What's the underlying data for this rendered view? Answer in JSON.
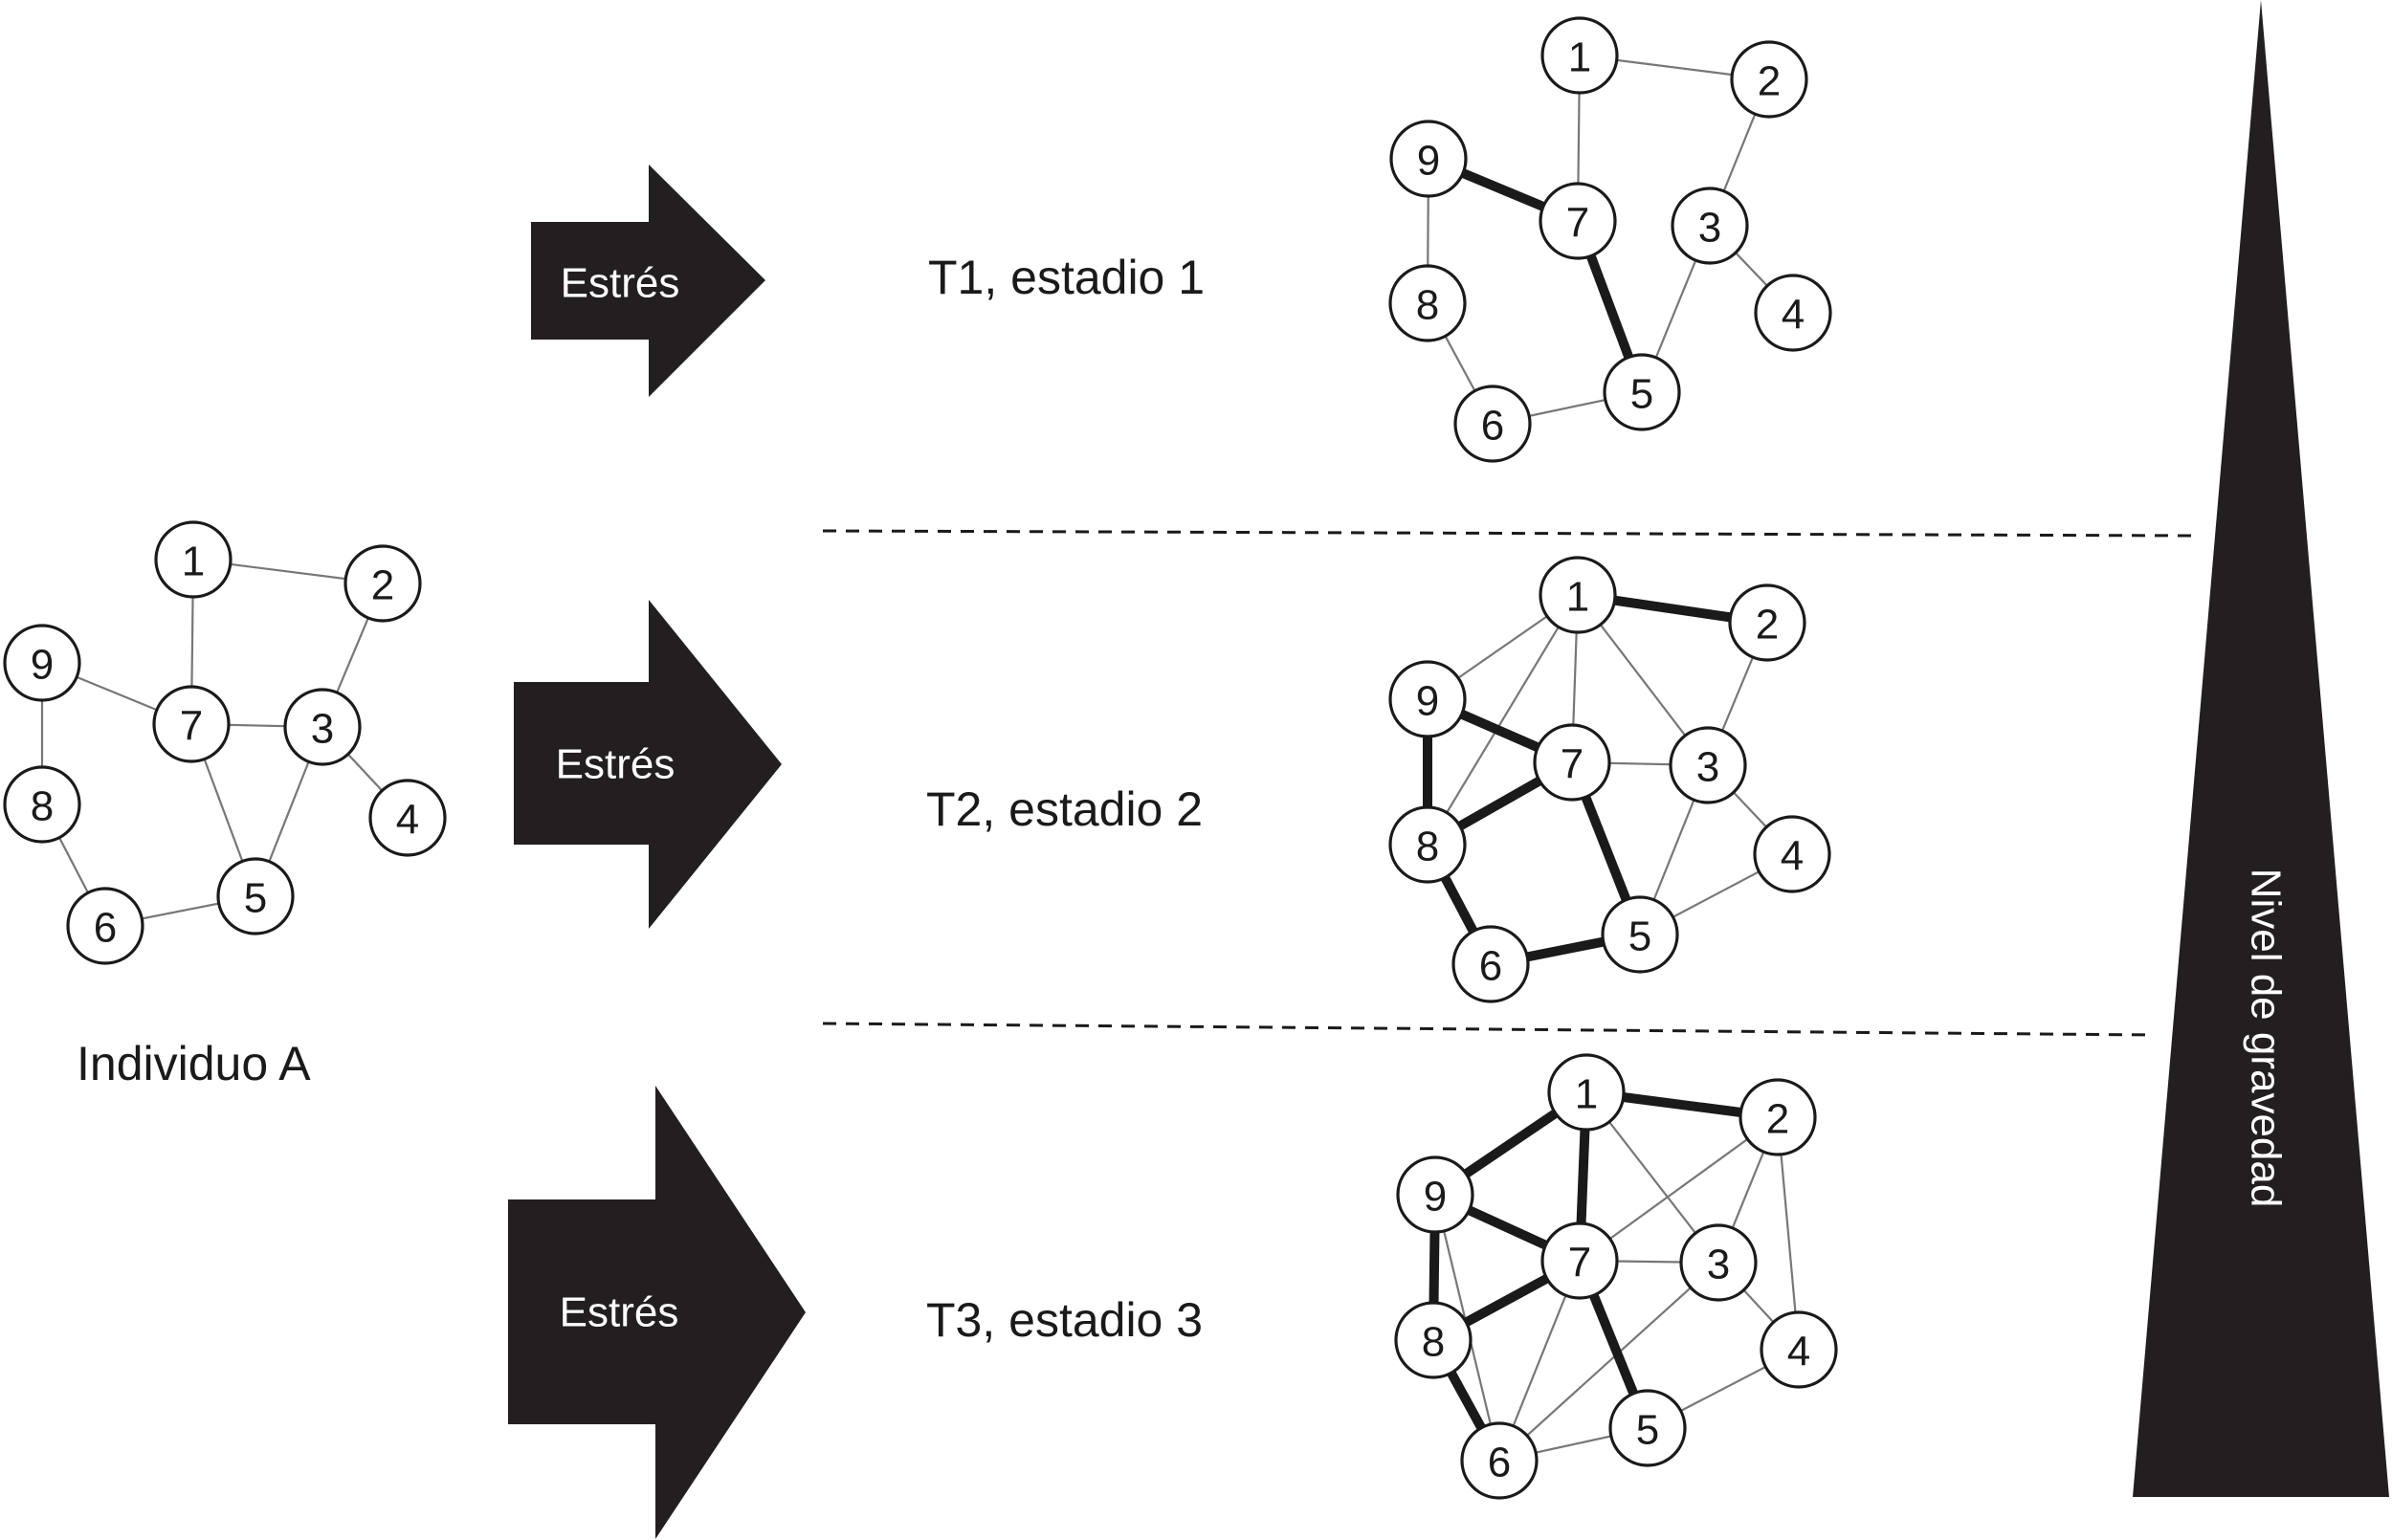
{
  "subject": {
    "label": "Individuo A"
  },
  "severity": {
    "label": "Nivel de gravedad"
  },
  "arrow_label": "Estrés",
  "stages": [
    {
      "label": "T1, estadio 1"
    },
    {
      "label": "T2, estadio 2"
    },
    {
      "label": "T3, estadio 3"
    }
  ],
  "networks": {
    "baseline": {
      "nodes": [
        "1",
        "2",
        "3",
        "4",
        "5",
        "6",
        "7",
        "8",
        "9"
      ],
      "edges": [
        [
          "1",
          "2",
          "thin"
        ],
        [
          "1",
          "7",
          "thin"
        ],
        [
          "2",
          "3",
          "thin"
        ],
        [
          "9",
          "7",
          "thin"
        ],
        [
          "9",
          "8",
          "thin"
        ],
        [
          "7",
          "3",
          "thin"
        ],
        [
          "3",
          "4",
          "thin"
        ],
        [
          "7",
          "5",
          "thin"
        ],
        [
          "3",
          "5",
          "thin"
        ],
        [
          "8",
          "6",
          "thin"
        ],
        [
          "6",
          "5",
          "thin"
        ]
      ]
    },
    "t1": {
      "nodes": [
        "1",
        "2",
        "3",
        "4",
        "5",
        "6",
        "7",
        "8",
        "9"
      ],
      "edges": [
        [
          "1",
          "2",
          "thin"
        ],
        [
          "1",
          "7",
          "thin"
        ],
        [
          "2",
          "3",
          "thin"
        ],
        [
          "9",
          "7",
          "thick"
        ],
        [
          "9",
          "8",
          "thin"
        ],
        [
          "7",
          "5",
          "thick"
        ],
        [
          "3",
          "4",
          "thin"
        ],
        [
          "3",
          "5",
          "thin"
        ],
        [
          "8",
          "6",
          "thin"
        ],
        [
          "6",
          "5",
          "thin"
        ]
      ]
    },
    "t2": {
      "nodes": [
        "1",
        "2",
        "3",
        "4",
        "5",
        "6",
        "7",
        "8",
        "9"
      ],
      "edges": [
        [
          "1",
          "2",
          "thick"
        ],
        [
          "1",
          "9",
          "thin"
        ],
        [
          "1",
          "8",
          "thin"
        ],
        [
          "1",
          "7",
          "thin"
        ],
        [
          "1",
          "3",
          "thin"
        ],
        [
          "2",
          "3",
          "thin"
        ],
        [
          "9",
          "7",
          "thick"
        ],
        [
          "9",
          "8",
          "thick"
        ],
        [
          "8",
          "7",
          "thick"
        ],
        [
          "7",
          "3",
          "thin"
        ],
        [
          "7",
          "5",
          "thick"
        ],
        [
          "3",
          "4",
          "thin"
        ],
        [
          "3",
          "5",
          "thin"
        ],
        [
          "4",
          "5",
          "thin"
        ],
        [
          "8",
          "6",
          "thick"
        ],
        [
          "6",
          "5",
          "thick"
        ]
      ]
    },
    "t3": {
      "nodes": [
        "1",
        "2",
        "3",
        "4",
        "5",
        "6",
        "7",
        "8",
        "9"
      ],
      "edges": [
        [
          "1",
          "2",
          "thick"
        ],
        [
          "1",
          "9",
          "thick"
        ],
        [
          "1",
          "7",
          "thick"
        ],
        [
          "1",
          "3",
          "thin"
        ],
        [
          "9",
          "7",
          "thick"
        ],
        [
          "9",
          "8",
          "thick"
        ],
        [
          "8",
          "7",
          "thick"
        ],
        [
          "7",
          "5",
          "thick"
        ],
        [
          "7",
          "3",
          "thin"
        ],
        [
          "7",
          "2",
          "thin"
        ],
        [
          "2",
          "3",
          "thin"
        ],
        [
          "2",
          "4",
          "thin"
        ],
        [
          "3",
          "4",
          "thin"
        ],
        [
          "3",
          "6",
          "thin"
        ],
        [
          "4",
          "5",
          "thin"
        ],
        [
          "8",
          "6",
          "thick"
        ],
        [
          "9",
          "6",
          "thin"
        ],
        [
          "7",
          "6",
          "thin"
        ],
        [
          "6",
          "5",
          "thin"
        ]
      ]
    }
  }
}
